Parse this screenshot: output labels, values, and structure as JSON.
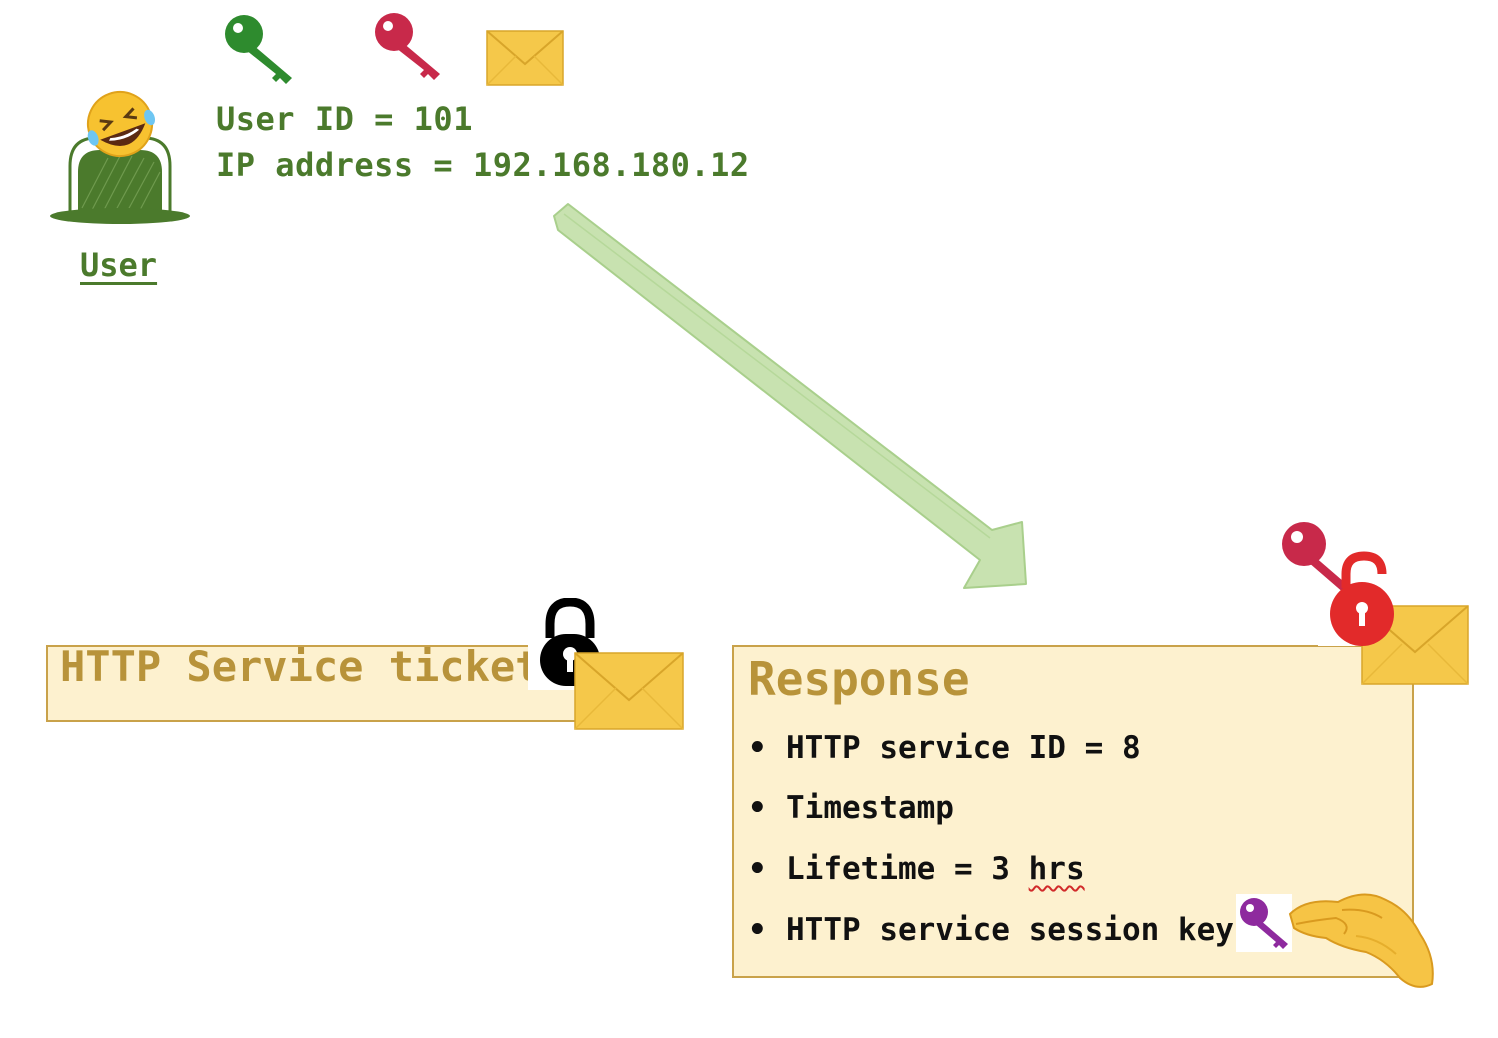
{
  "user": {
    "label": "User",
    "user_id_line": "User ID = 101",
    "ip_line": "IP address = 192.168.180.12"
  },
  "ticket": {
    "title": "HTTP Service ticket"
  },
  "response": {
    "title": "Response",
    "bullet": "•",
    "items": [
      {
        "text": "HTTP service ID = 8"
      },
      {
        "text": "Timestamp"
      },
      {
        "text_prefix": "Lifetime = 3 ",
        "text_suffix": "hrs"
      },
      {
        "text": "HTTP service session key"
      }
    ]
  },
  "icons": {
    "green_key": "key-icon",
    "red_key": "key-icon",
    "envelope": "envelope-icon",
    "lock": "lock-icon",
    "unlock": "unlock-icon",
    "purple_key": "key-icon",
    "hand": "pinching-hand-icon",
    "user_face": "rofl-face-icon"
  },
  "colors": {
    "user_green": "#4b7a2c",
    "box_fill": "#fdf1cf",
    "box_border": "#c9a24a",
    "title_gold": "#b8933a",
    "arrow_fill": "#c8e2b0",
    "green_key": "#2e8b2e",
    "red_key": "#c8294a",
    "purple_key": "#8e2a9e"
  }
}
